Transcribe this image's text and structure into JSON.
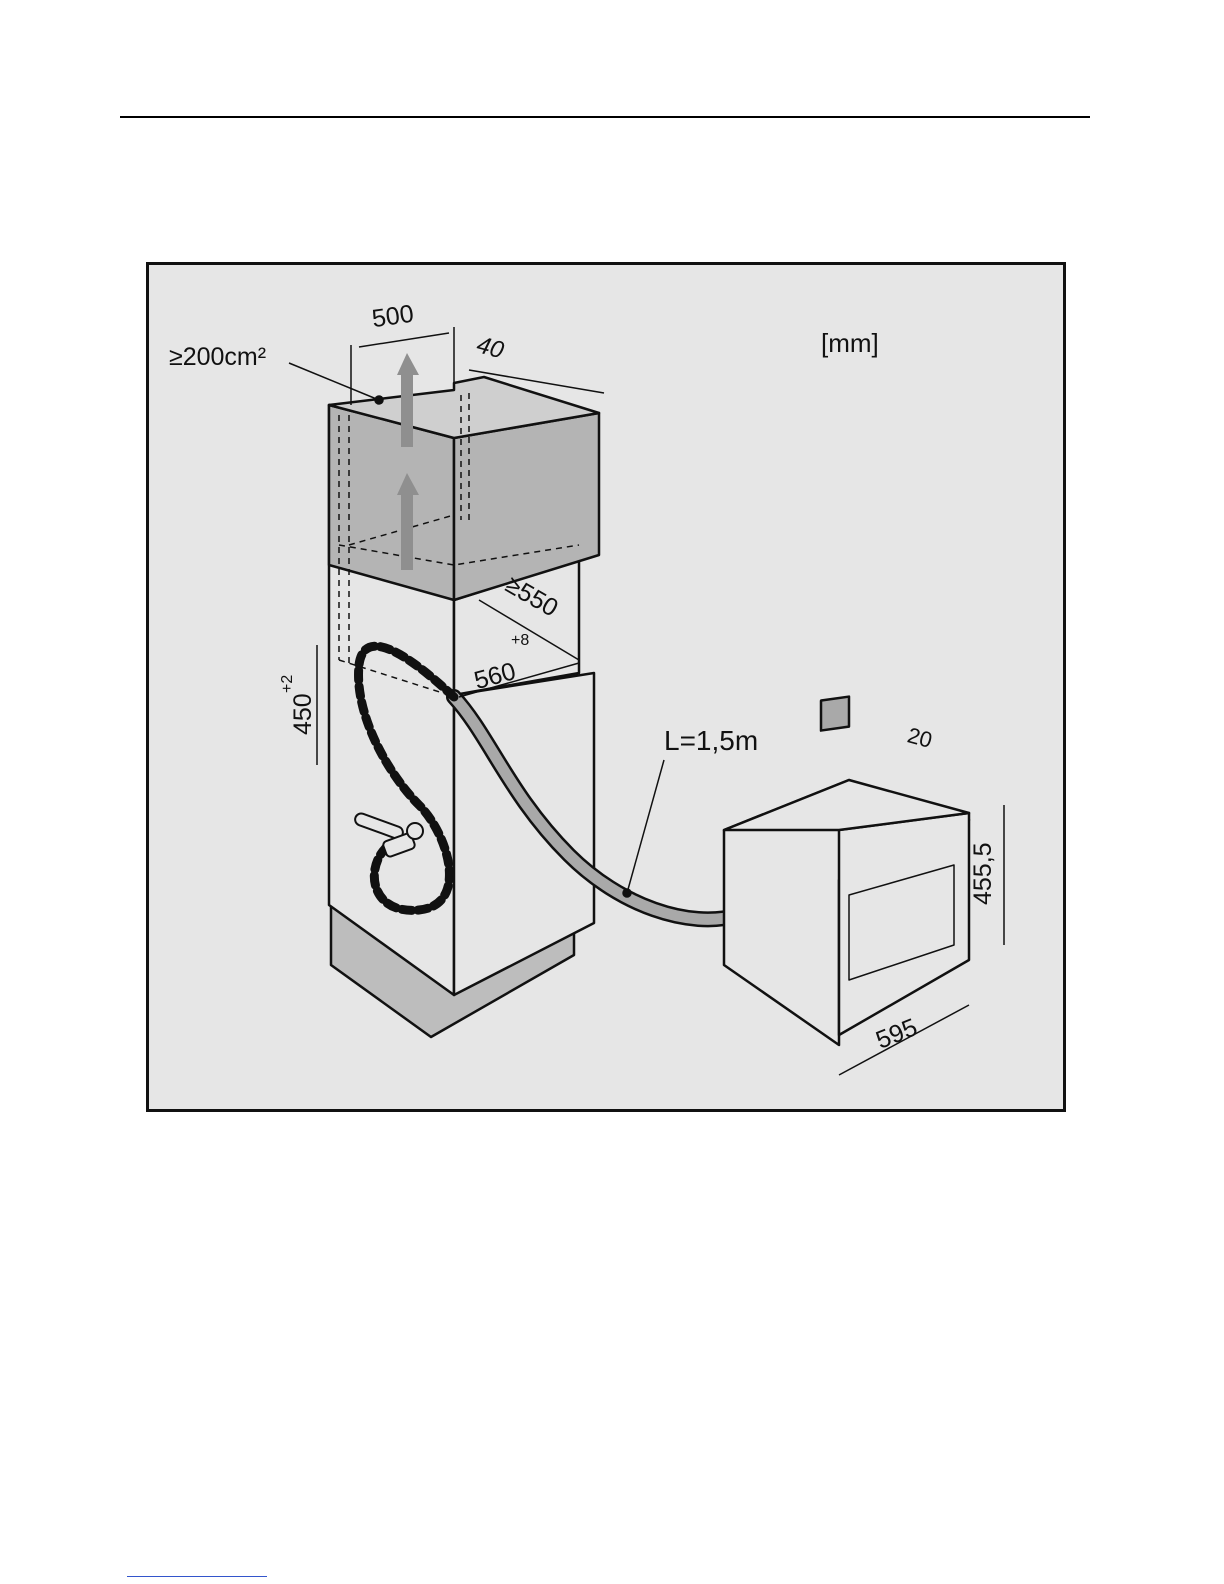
{
  "labels": {
    "units": "[mm]",
    "ventilation_area": "≥200cm²",
    "niche_width": "500",
    "rear_gap": "40",
    "niche_depth_min": "≥550",
    "niche_width_inner": "560",
    "niche_width_tolerance": "+8",
    "niche_height": "450",
    "niche_height_tolerance": "+2",
    "hose_length": "L=1,5m",
    "front_panel_depth": "20",
    "appliance_height": "455,5",
    "appliance_width": "595"
  },
  "colors": {
    "background": "#e6e6e6",
    "cabinet_top_fill": "#b4b4b4",
    "hose_fill": "#a9a9a9",
    "arrow_fill": "#8f8f8f",
    "line": "#111111"
  }
}
